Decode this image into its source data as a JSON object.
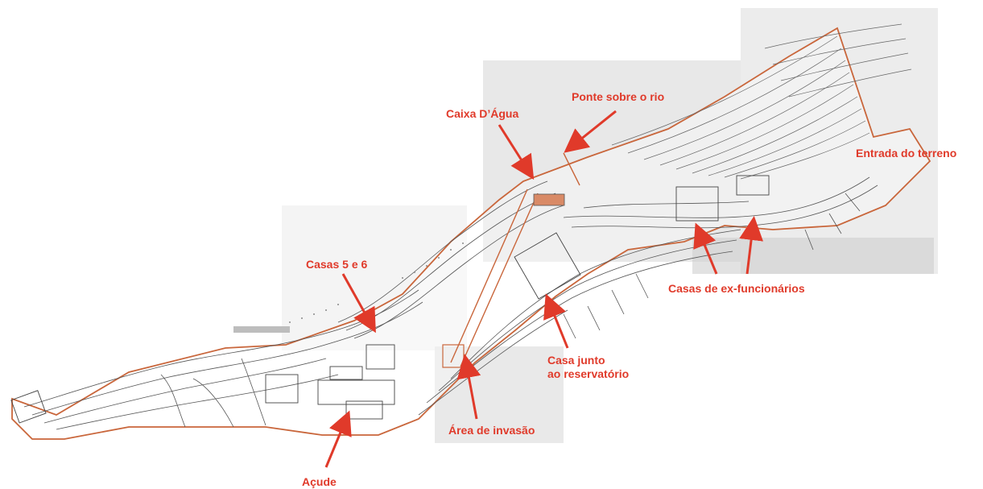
{
  "colors": {
    "label": "#e03a2a",
    "boundary": "#c9663b",
    "contour": "#555555",
    "scan_bg": "#e6e6e6",
    "building_fill": "#d98a66"
  },
  "labels": {
    "caixa_dagua": "Caixa D’Água",
    "ponte": "Ponte sobre o rio",
    "entrada": "Entrada do terreno",
    "casas_5_6": "Casas 5 e 6",
    "ex_funcionarios": "Casas de ex-funcionários",
    "casa_junto_line1": "Casa junto",
    "casa_junto_line2": "ao reservatório",
    "invasao": "Área de invasão",
    "acude": "Açude"
  },
  "icons": {
    "arrow": "arrow-icon",
    "building": "building-icon"
  }
}
